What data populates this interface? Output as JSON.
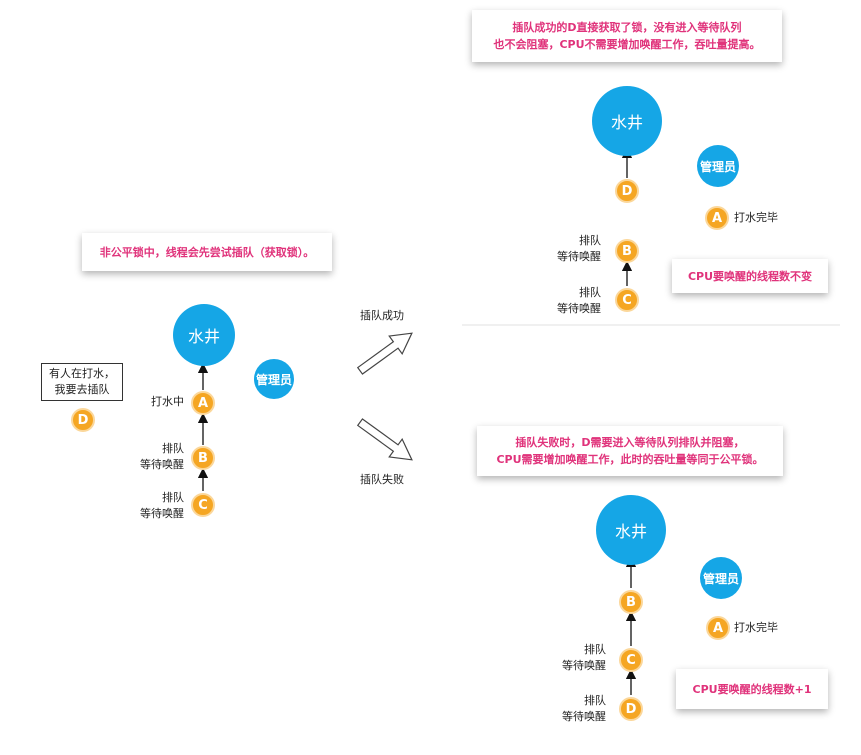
{
  "left": {
    "note": "非公平锁中，线程会先尝试插队（获取锁）。",
    "well": "水井",
    "manager": "管理员",
    "thread_a": "A",
    "thread_a_label": "打水中",
    "thread_b": "B",
    "thread_b_label": [
      "排队",
      "等待唤醒"
    ],
    "thread_c": "C",
    "thread_c_label": [
      "排队",
      "等待唤醒"
    ],
    "thread_d": "D",
    "thread_d_box": [
      "有人在打水，",
      "我要去插队"
    ]
  },
  "arrows": {
    "success_label": "插队成功",
    "fail_label": "插队失败"
  },
  "top": {
    "note": [
      "插队成功的D直接获取了锁，没有进入等待队列",
      "也不会阻塞，CPU不需要增加唤醒工作，吞吐量提高。"
    ],
    "well": "水井",
    "manager": "管理员",
    "thread_d": "D",
    "thread_a": "A",
    "thread_a_label": "打水完毕",
    "thread_b": "B",
    "thread_b_label": [
      "排队",
      "等待唤醒"
    ],
    "thread_c": "C",
    "thread_c_label": [
      "排队",
      "等待唤醒"
    ],
    "cpu_note": "CPU要唤醒的线程数不变"
  },
  "bottom": {
    "note": [
      "插队失败时，D需要进入等待队列排队并阻塞，",
      "CPU需要增加唤醒工作，此时的吞吐量等同于公平锁。"
    ],
    "well": "水井",
    "manager": "管理员",
    "thread_b": "B",
    "thread_a": "A",
    "thread_a_label": "打水完毕",
    "thread_c": "C",
    "thread_c_label": [
      "排队",
      "等待唤醒"
    ],
    "thread_d": "D",
    "thread_d_label": [
      "排队",
      "等待唤醒"
    ],
    "cpu_note": "CPU要唤醒的线程数+1"
  },
  "colors": {
    "well": "#15a6e6",
    "thread": "#f5a623",
    "note_text": "#e0337b"
  }
}
